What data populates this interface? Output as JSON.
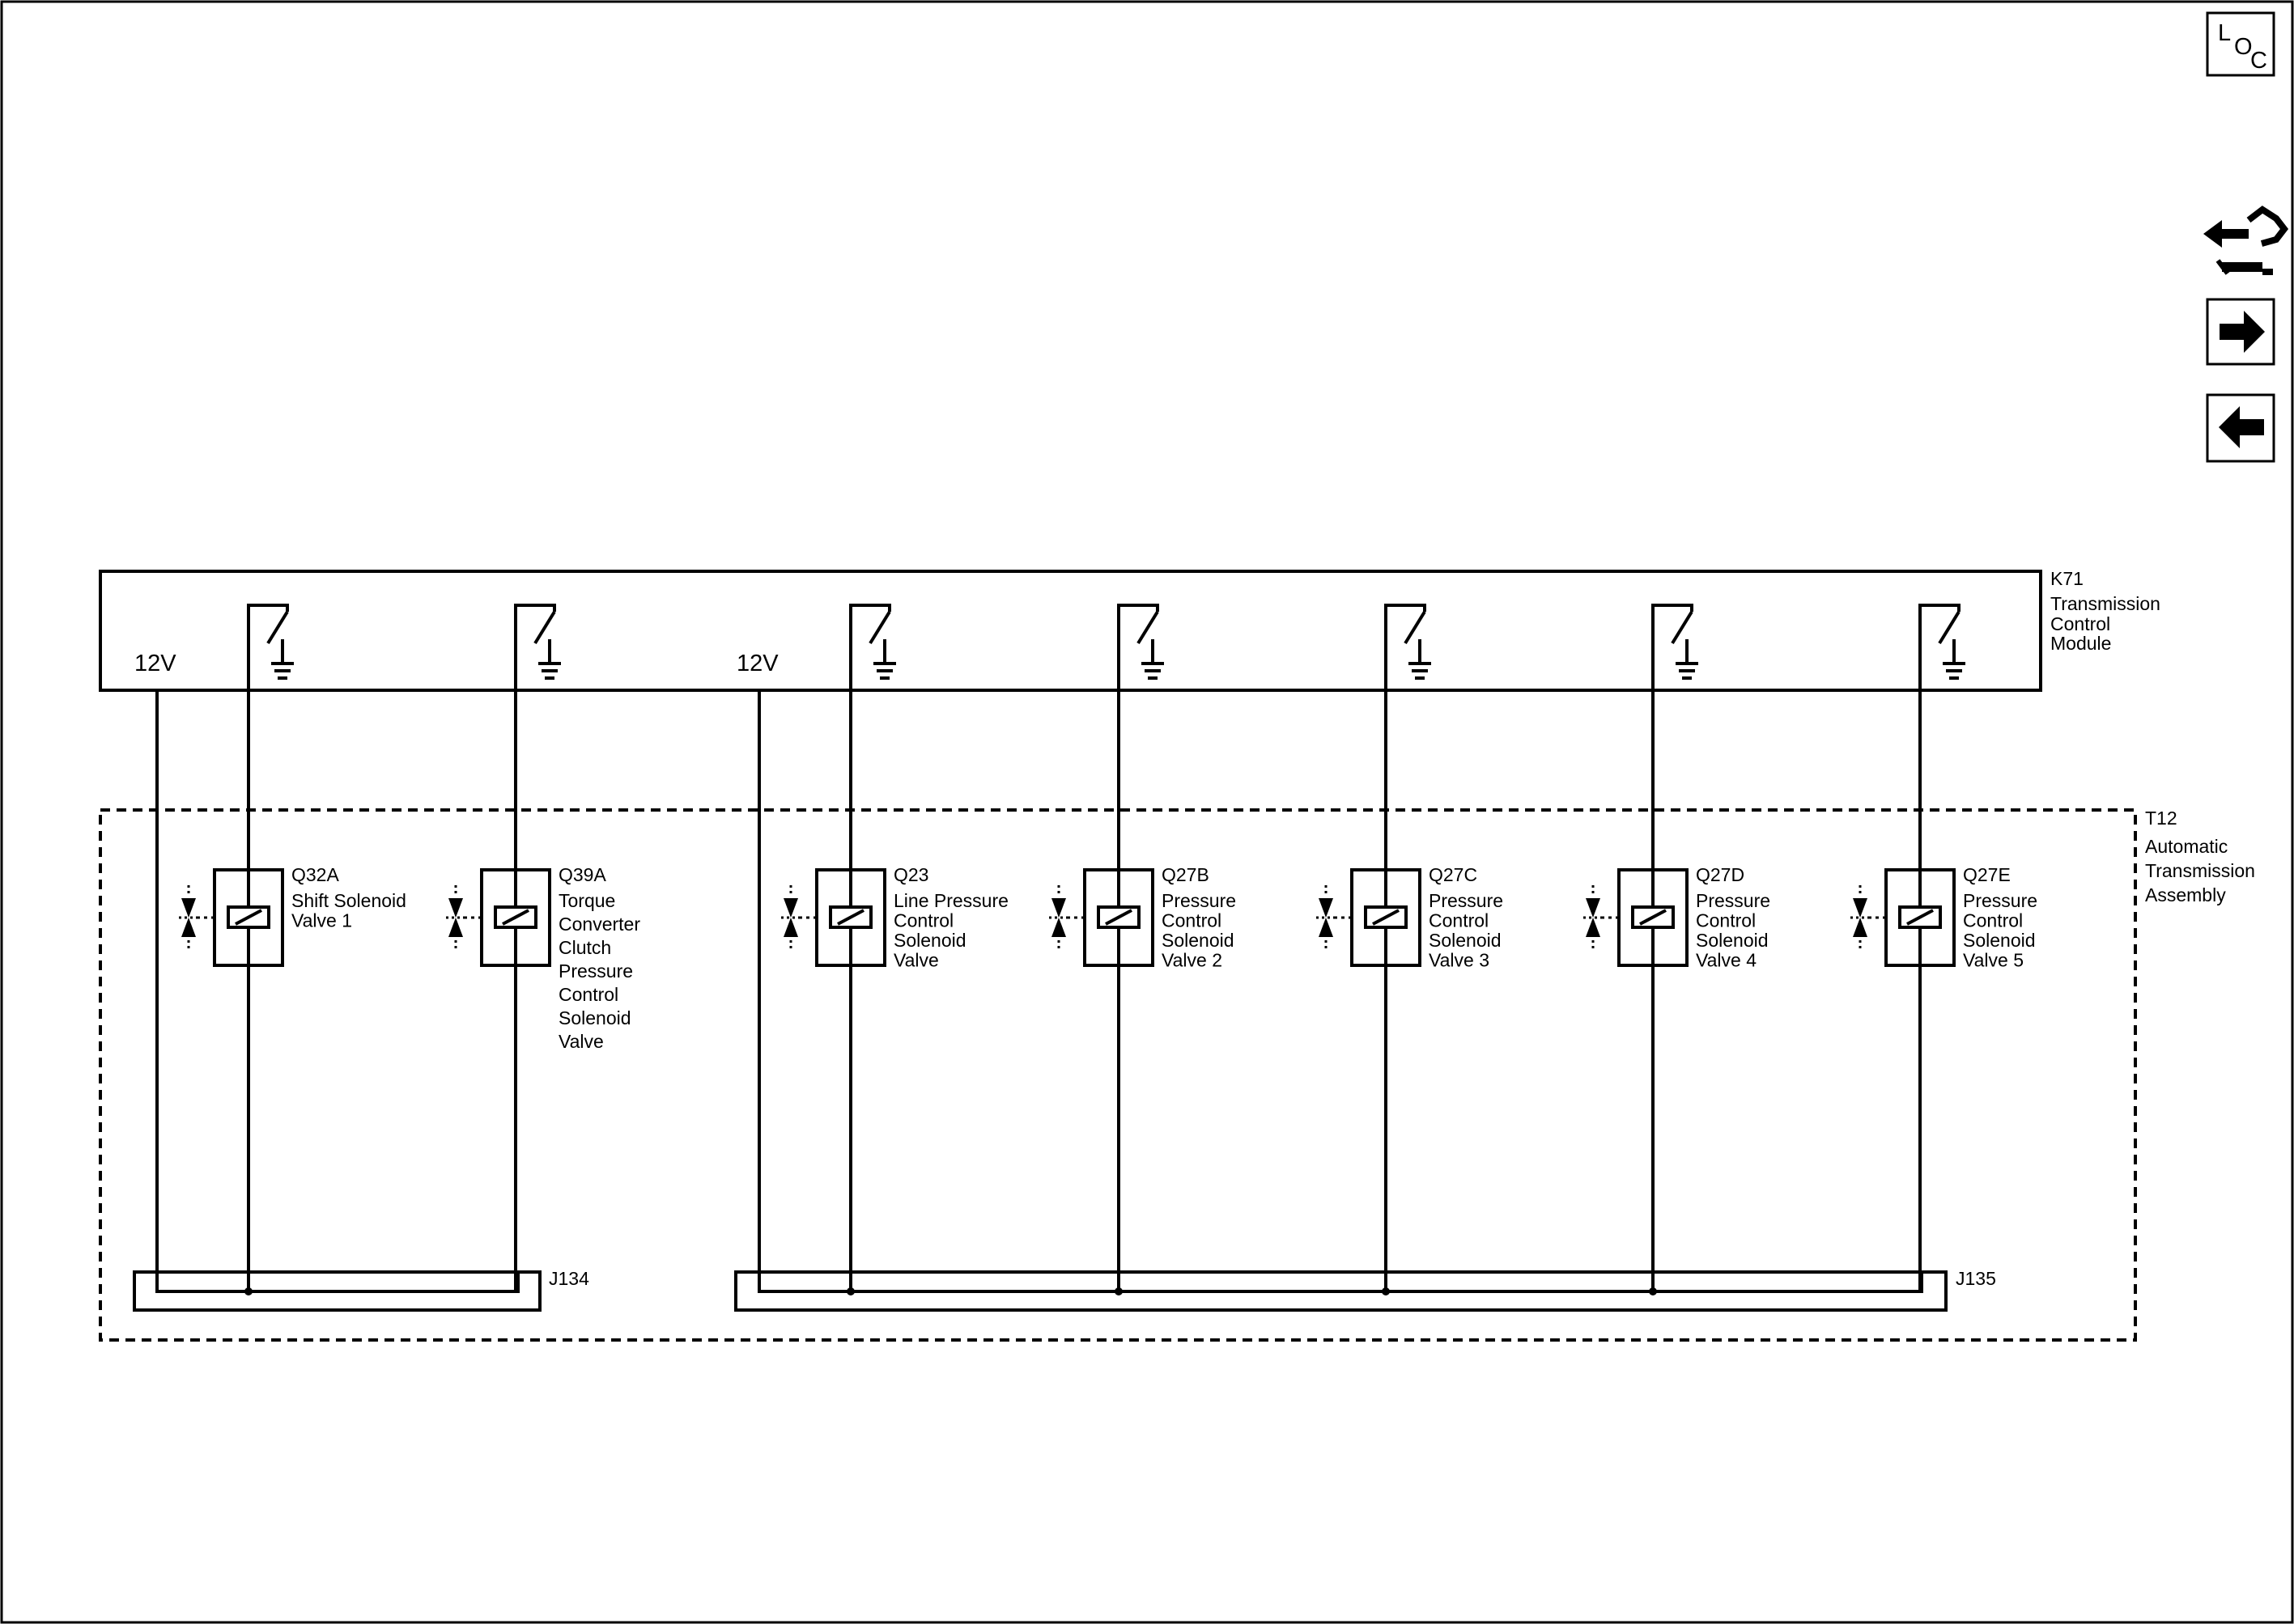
{
  "loc_icon": {
    "top": "L",
    "mid": "O",
    "right": "C",
    "icon": "loc-icon"
  },
  "nav_icons": [
    "cross-reference-icon",
    "next-page-arrow-icon",
    "previous-page-arrow-icon"
  ],
  "module": {
    "id": "K71",
    "name": [
      "Transmission",
      "Control",
      "Module"
    ]
  },
  "supply_labels": [
    "12V",
    "12V"
  ],
  "assembly": {
    "id": "T12",
    "name": [
      "Automatic",
      "Transmission",
      "Assembly"
    ]
  },
  "solenoids": [
    {
      "id": "Q32A",
      "lines": [
        "Shift Solenoid",
        "Valve 1"
      ]
    },
    {
      "id": "Q39A",
      "lines": [
        "Torque",
        "Converter",
        "Clutch",
        "Pressure",
        "Control",
        "Solenoid",
        "Valve"
      ]
    },
    {
      "id": "Q23",
      "lines": [
        "Line Pressure",
        "Control",
        "Solenoid",
        "Valve"
      ]
    },
    {
      "id": "Q27B",
      "lines": [
        "Pressure",
        "Control",
        "Solenoid",
        "Valve 2"
      ]
    },
    {
      "id": "Q27C",
      "lines": [
        "Pressure",
        "Control",
        "Solenoid",
        "Valve 3"
      ]
    },
    {
      "id": "Q27D",
      "lines": [
        "Pressure",
        "Control",
        "Solenoid",
        "Valve 4"
      ]
    },
    {
      "id": "Q27E",
      "lines": [
        "Pressure",
        "Control",
        "Solenoid",
        "Valve 5"
      ]
    }
  ],
  "splices": [
    "J134",
    "J135"
  ]
}
